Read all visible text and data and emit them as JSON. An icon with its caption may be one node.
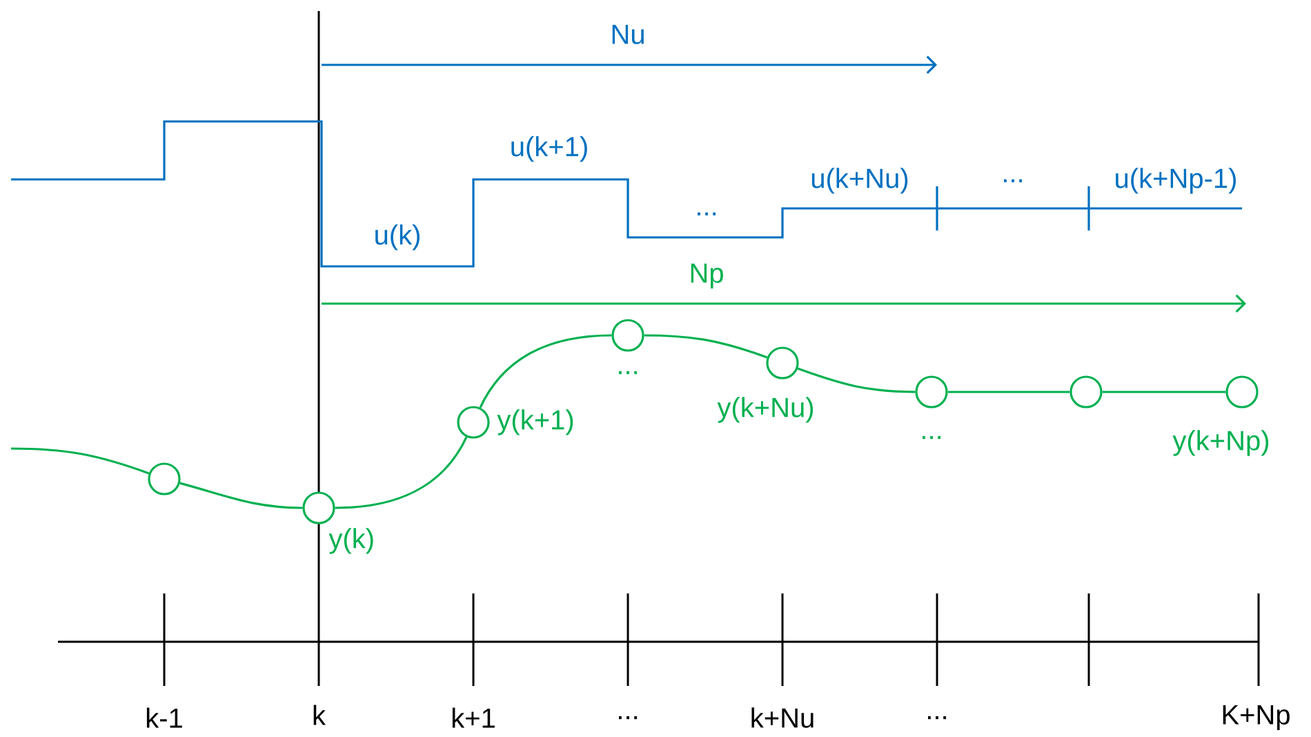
{
  "diagram": {
    "nodes": [
      {
        "text": [],
        "shape": "circle"
      },
      {
        "text": [],
        "shape": "circle",
        "beside": [
          "y(k)"
        ]
      },
      {
        "text": [],
        "shape": "circle",
        "beside": [
          "y(k+1)"
        ]
      },
      {
        "text": [],
        "shape": "circle",
        "beside": [
          "..."
        ]
      },
      {
        "text": [],
        "shape": "circle",
        "beside": [
          "y(k+Nu)"
        ]
      },
      {
        "text": [],
        "shape": "circle",
        "beside": [
          "..."
        ]
      },
      {
        "text": [],
        "shape": "circle"
      },
      {
        "text": [],
        "shape": "circle",
        "beside": [
          "y(k+Np)"
        ]
      }
    ],
    "edges": [
      {
        "from": null,
        "to": 0,
        "arrow": "none"
      },
      {
        "from": 0,
        "to": 1,
        "arrow": "none"
      },
      {
        "from": 1,
        "to": 2,
        "arrow": "none"
      },
      {
        "from": 2,
        "to": 3,
        "arrow": "none"
      },
      {
        "from": 3,
        "to": 4,
        "arrow": "none"
      },
      {
        "from": 4,
        "to": 5,
        "arrow": "none"
      },
      {
        "from": 5,
        "to": 6,
        "arrow": "none"
      },
      {
        "from": 6,
        "to": 7,
        "arrow": "none"
      }
    ],
    "labels": [
      "Nu",
      "u(k+1)",
      "u(k)",
      "...",
      "u(k+Nu)",
      "...",
      "u(k+Np-1)",
      "Np",
      "k-1",
      "k",
      "k+1",
      "...",
      "k+Nu",
      "...",
      "K+Np"
    ]
  }
}
